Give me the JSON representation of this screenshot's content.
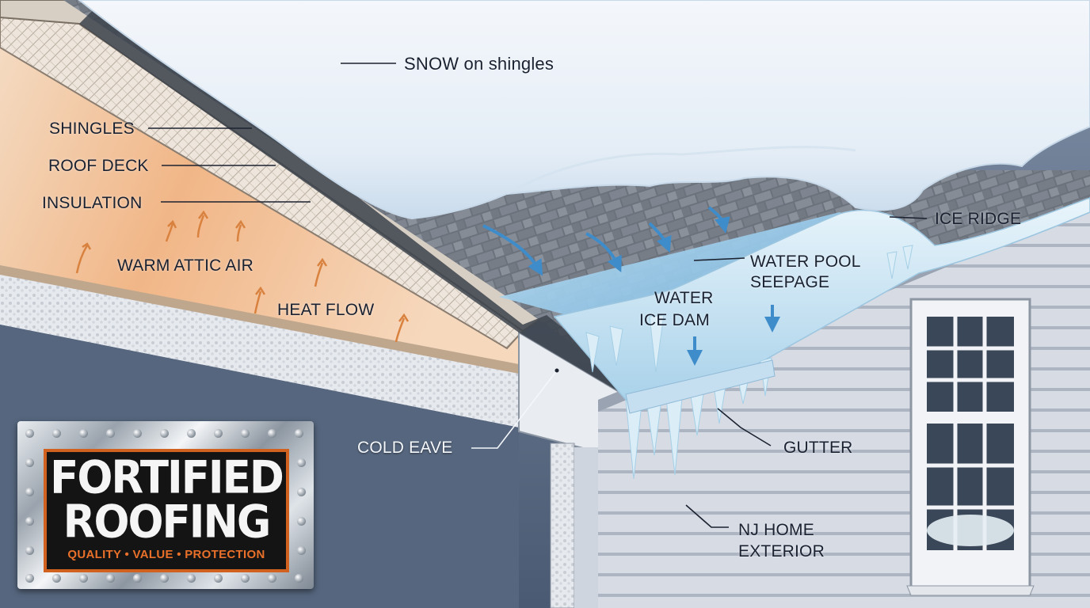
{
  "labels": {
    "snow": "SNOW on shingles",
    "shingles": "SHINGLES",
    "roof_deck": "ROOF DECK",
    "insulation": "INSULATION",
    "warm_attic_air": "WARM ATTIC AIR",
    "heat_flow": "HEAT FLOW",
    "ice_ridge": "ICE RIDGE",
    "water_pool": "WATER POOL",
    "seepage": "SEEPAGE",
    "water": "WATER",
    "ice_dam": "ICE DAM",
    "cold_eave": "COLD EAVE",
    "gutter": "GUTTER",
    "nj_home": "NJ HOME",
    "exterior": "EXTERIOR"
  },
  "logo": {
    "line1": "FORTIFIED",
    "line2": "ROOFING",
    "tagline": "QUALITY • VALUE • PROTECTION",
    "accent_color": "#d0611f"
  },
  "colors": {
    "snow": "#eef4fa",
    "ice": "#cfe6f3",
    "water": "#8fc6e8",
    "siding": "#d9dde6",
    "warm_air": "#f0b88a",
    "shingle": "#5c636d"
  }
}
